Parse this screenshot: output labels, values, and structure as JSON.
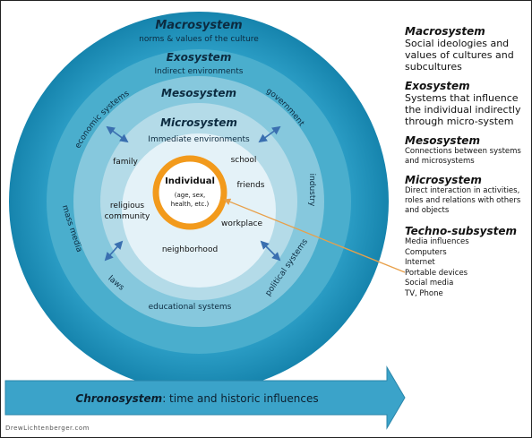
{
  "colors": {
    "macro_ring": "#1f95bd",
    "exo_ring": "#4aaecd",
    "meso_ring": "#86c8dd",
    "micro_ring": "#b4dbe8",
    "center_bg": "#e4f2f8",
    "individual_ring": "#f29a1c",
    "arrow_bar": "#3ba3c9",
    "connector": "#e8a04a",
    "bidirectional_arrow": "#3a6fb0"
  },
  "diagram": {
    "macrosystem": {
      "title": "Macrosystem",
      "subtitle": "norms & values of the culture"
    },
    "exosystem": {
      "title": "Exosystem",
      "subtitle": "Indirect environments"
    },
    "mesosystem": {
      "title": "Mesosystem"
    },
    "microsystem": {
      "title": "Microsystem",
      "subtitle": "Immediate environments"
    },
    "individual": {
      "title": "Individual",
      "line1": "(age, sex,",
      "line2": "health, etc.)"
    },
    "micro_items": {
      "family": "family",
      "school": "school",
      "friends": "friends",
      "religious_line1": "religious",
      "religious_line2": "community",
      "workplace": "workplace",
      "neighborhood": "neighborhood"
    },
    "exo_items": {
      "economic_systems": "economic systems",
      "government": "government",
      "industry": "industry",
      "mass_media": "mass media",
      "laws": "laws",
      "political_systems": "political systems",
      "educational_systems": "educational systems"
    }
  },
  "chronosystem": {
    "title": "Chronosystem",
    "rest": ": time and historic influences"
  },
  "legend": {
    "macro": {
      "title": "Macrosystem",
      "desc": "Social ideologies and values of cultures and subcultures"
    },
    "exo": {
      "title": "Exosystem",
      "desc": "Systems that influence the individual indirectly through micro-system"
    },
    "meso": {
      "title": "Mesosystem",
      "desc": "Connections between systems and microsystems"
    },
    "micro": {
      "title": "Microsystem",
      "desc": "Direct interaction in activities, roles and relations with others and objects"
    },
    "techno": {
      "title": "Techno-subsystem",
      "items": [
        "Media influences",
        "Computers",
        "Internet",
        "Portable devices",
        "Social media",
        "TV, Phone"
      ]
    }
  },
  "credit": "DrewLichtenberger.com"
}
